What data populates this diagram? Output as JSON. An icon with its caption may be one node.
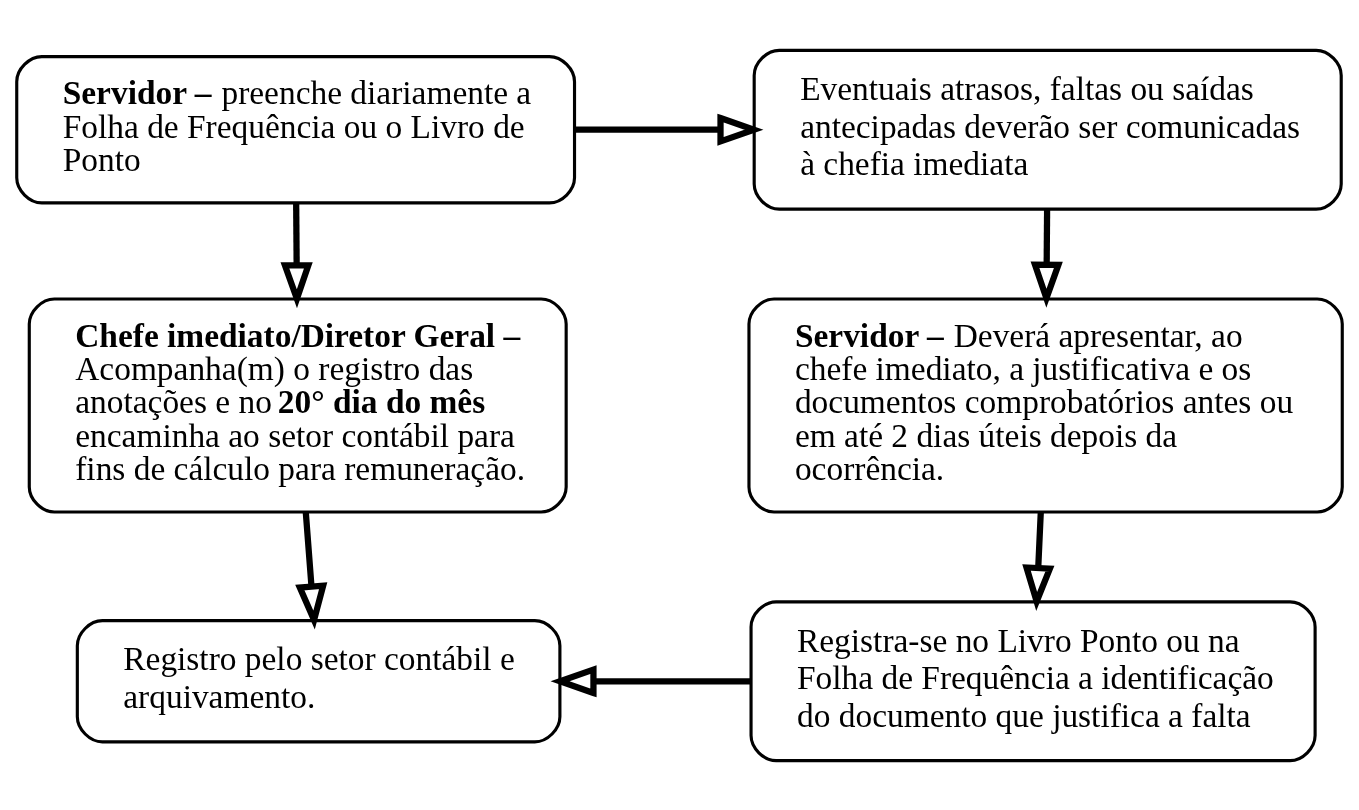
{
  "diagram": {
    "nodes": [
      {
        "text": [
          "**Servidor –** preenche diariamente a Folha de Frequência ou o Livro de Ponto"
        ]
      },
      {
        "text": [
          "Eventuais atrasos, faltas ou saídas antecipadas deverão ser comunicadas à chefia imediata"
        ]
      },
      {
        "text": [
          "**Chefe imediato/Diretor Geral –** Acompanha(m) o registro das anotações e no **20° dia do mês** encaminha ao setor contábil para fins de cálculo para remuneração."
        ]
      },
      {
        "text": [
          "**Servidor –** Deverá apresentar, ao chefe imediato, a justificativa e os documentos comprobatórios antes ou em até 2 dias úteis depois da ocorrência."
        ]
      },
      {
        "text": [
          "Registra-se no Livro Ponto ou na Folha de Frequência a identificação do documento que justifica a falta"
        ]
      },
      {
        "text": [
          "Registro pelo setor contábil e arquivamento."
        ]
      }
    ],
    "edges": [
      {
        "from": 0,
        "to": 1,
        "arrow": "to"
      },
      {
        "from": 0,
        "to": 2,
        "arrow": "to"
      },
      {
        "from": 1,
        "to": 3,
        "arrow": "to"
      },
      {
        "from": 3,
        "to": 4,
        "arrow": "to"
      },
      {
        "from": 2,
        "to": 5,
        "arrow": "to"
      },
      {
        "from": 4,
        "to": 5,
        "arrow": "to"
      }
    ]
  }
}
